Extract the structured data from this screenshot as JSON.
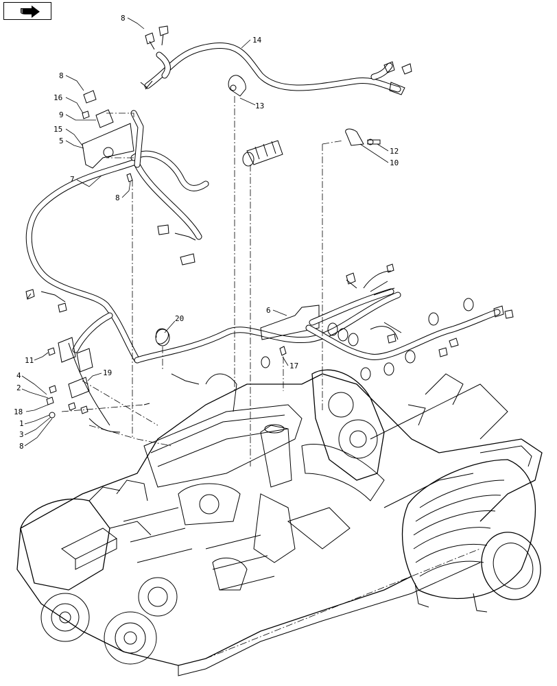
{
  "toolbar": {
    "nav_icon": "arrow-right-icon"
  },
  "callouts": {
    "c1": "1",
    "c2": "2",
    "c3": "3",
    "c4": "4",
    "c5": "5",
    "c6": "6",
    "c7": "7",
    "c8a": "8",
    "c8b": "8",
    "c8c": "8",
    "c8d": "8",
    "c9": "9",
    "c10": "10",
    "c11": "11",
    "c12": "12",
    "c13": "13",
    "c14": "14",
    "c15": "15",
    "c16": "16",
    "c17": "17",
    "c18": "18",
    "c19": "19",
    "c20": "20"
  }
}
